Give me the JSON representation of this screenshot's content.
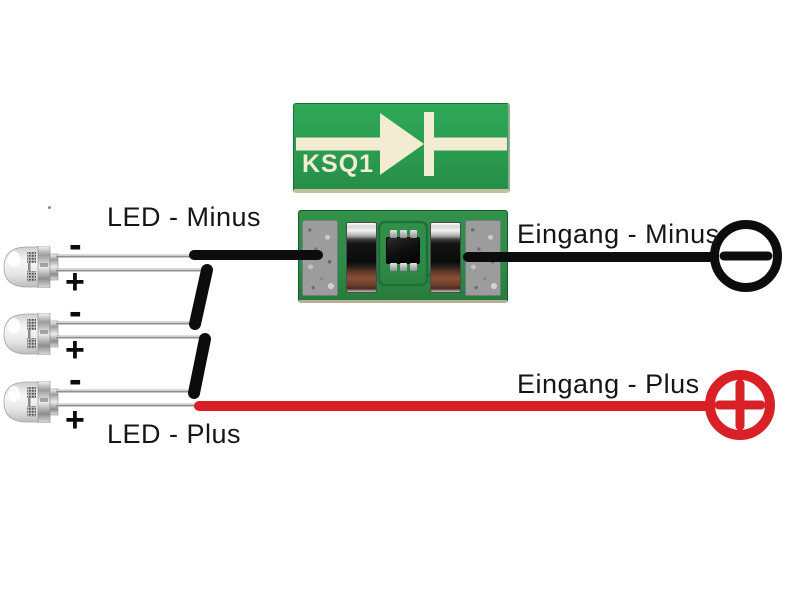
{
  "diagram": {
    "title_chip": "KSQ1",
    "labels": {
      "led_minus": "LED - Minus",
      "led_plus": "LED - Plus",
      "eingang_minus": "Eingang - Minus",
      "eingang_plus": "Eingang - Plus"
    },
    "leds": [
      {
        "minus": "-",
        "plus": "+"
      },
      {
        "minus": "-",
        "plus": "+"
      },
      {
        "minus": "-",
        "plus": "+"
      }
    ],
    "terminals": {
      "minus_icon": "minus-in-circle",
      "plus_icon": "plus-in-circle"
    },
    "colors": {
      "wire_black": "#0c0c0c",
      "wire_red": "#da2027",
      "pcb_front_green": "#2ca355",
      "pcb_back_green": "#2f8f49",
      "silkscreen": "#f1ecd2"
    }
  }
}
